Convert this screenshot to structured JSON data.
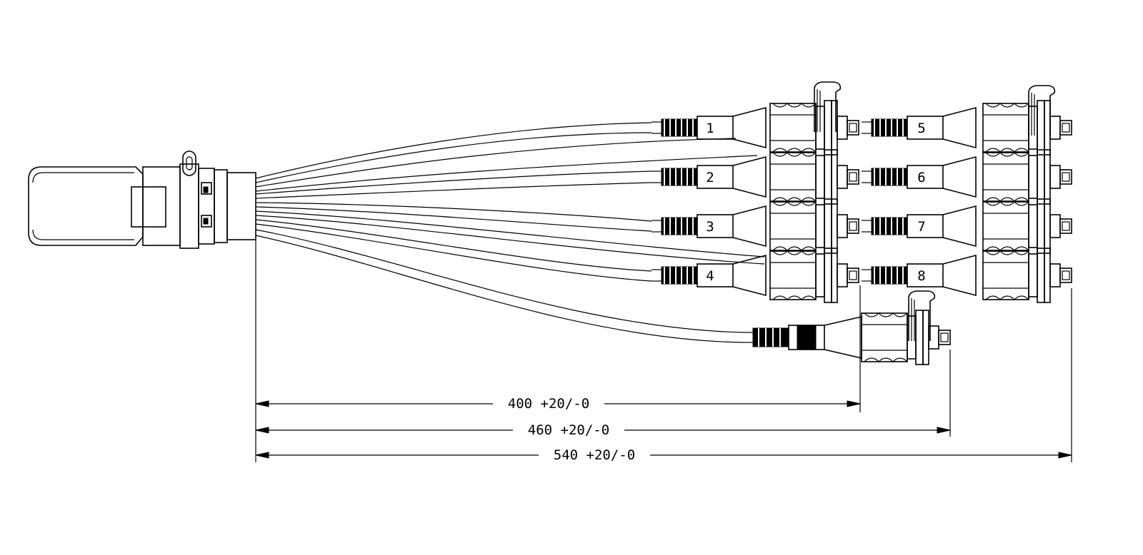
{
  "diagram": {
    "port_labels": [
      "1",
      "2",
      "3",
      "4",
      "5",
      "6",
      "7",
      "8"
    ],
    "dimensions": [
      {
        "label": "400 +20/-0"
      },
      {
        "label": "460 +20/-0"
      },
      {
        "label": "540 +20/-0"
      }
    ]
  }
}
